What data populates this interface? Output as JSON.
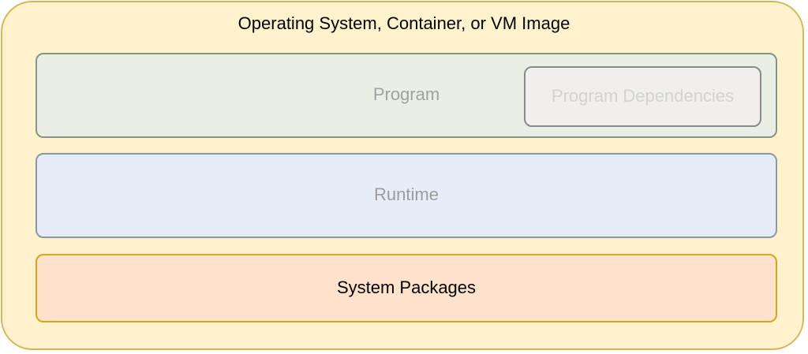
{
  "diagram": {
    "container": {
      "title": "Operating System, Container, or VM Image",
      "fill": "#fff2cc",
      "stroke": "#d6b656"
    },
    "program": {
      "label": "Program",
      "fill": "#e9efe5",
      "stroke": "#8a9387",
      "text_color": "#a2a2a2",
      "dependencies": {
        "label": "Program Dependencies",
        "fill": "#f1efec",
        "stroke": "#8a8a8a",
        "text_color": "#d3d3d3"
      }
    },
    "runtime": {
      "label": "Runtime",
      "fill": "#e7edf8",
      "stroke": "#8f97a6",
      "text_color": "#9c9c9c"
    },
    "system_packages": {
      "label": "System Packages",
      "fill": "#ffe2cb",
      "stroke": "#d6a51d",
      "text_color": "#000000"
    }
  }
}
